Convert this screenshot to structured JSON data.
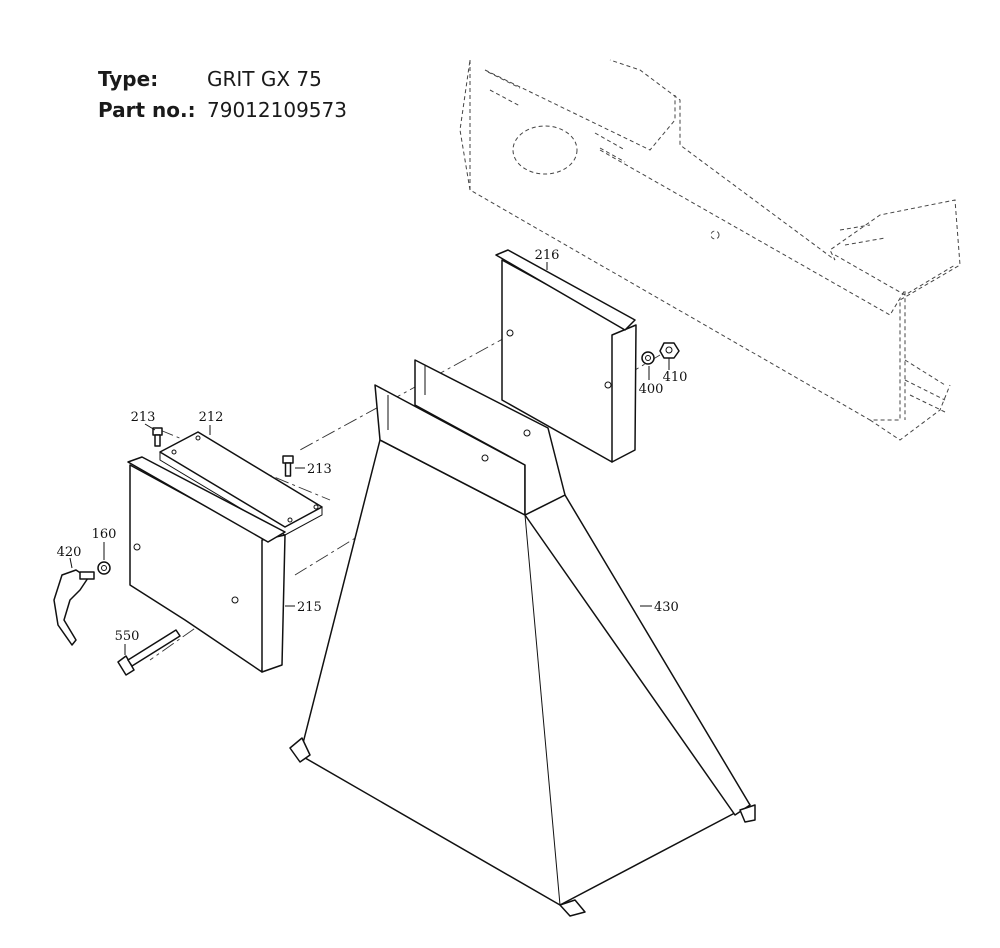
{
  "header": {
    "type_label": "Type:",
    "type_value": "GRIT GX 75",
    "part_label": "Part no.:",
    "part_value": "79012109573"
  },
  "callouts": {
    "c216": "216",
    "c410": "410",
    "c400": "400",
    "c213a": "213",
    "c212": "212",
    "c213b": "213",
    "c160": "160",
    "c420": "420",
    "c215": "215",
    "c430": "430",
    "c550": "550"
  }
}
